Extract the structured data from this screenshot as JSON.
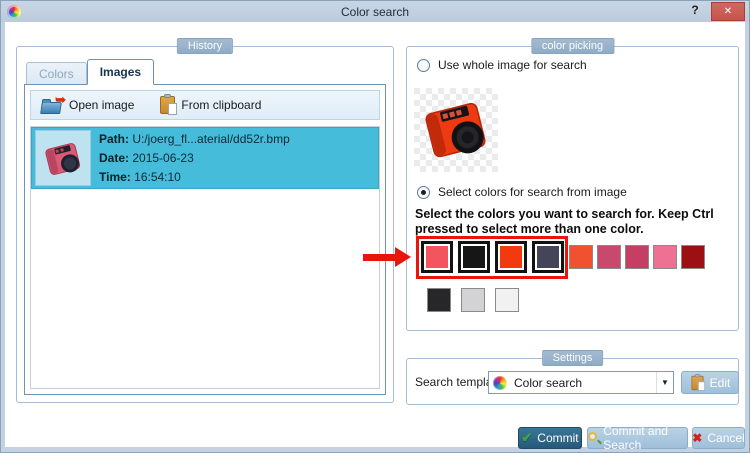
{
  "window": {
    "title": "Color search",
    "help_label": "?",
    "close_label": "✕"
  },
  "history": {
    "group_label": "History",
    "tabs": [
      {
        "label": "Colors"
      },
      {
        "label": "Images"
      }
    ],
    "toolbar": {
      "open_image_label": "Open image",
      "from_clipboard_label": "From clipboard"
    },
    "item": {
      "path_label": "Path:",
      "path_value": "U:/joerg_fl...aterial/dd52r.bmp",
      "date_label": "Date:",
      "date_value": "2015-06-23",
      "time_label": "Time:",
      "time_value": "16:54:10"
    },
    "selection_color": "#45BCD9"
  },
  "color_picking": {
    "group_label": "color picking",
    "radio_whole_image": "Use whole image for search",
    "radio_select_colors": "Select colors for search from image",
    "instruction": "Select the colors you want to search for. Keep Ctrl pressed to select more than one color.",
    "annotation_color": "#E8150D",
    "swatches_row1": [
      {
        "color": "#F2555E",
        "selected": true
      },
      {
        "color": "#161616",
        "selected": true
      },
      {
        "color": "#F23A0E",
        "selected": true
      },
      {
        "color": "#45455A",
        "selected": true
      },
      {
        "color": "#F0512F",
        "selected": false
      },
      {
        "color": "#C8496B",
        "selected": false
      },
      {
        "color": "#C43F63",
        "selected": false
      },
      {
        "color": "#EE7093",
        "selected": false
      },
      {
        "color": "#9C1014",
        "selected": false
      }
    ],
    "swatches_row2": [
      {
        "color": "#27272A",
        "selected": false
      },
      {
        "color": "#D3D3D5",
        "selected": false
      },
      {
        "color": "#F1F1F1",
        "selected": false
      }
    ]
  },
  "settings": {
    "group_label": "Settings",
    "search_template_label": "Search template:",
    "template_value": "Color search",
    "edit_label": "Edit"
  },
  "footer": {
    "commit_label": "Commit",
    "commit_and_search_label": "Commit and Search",
    "cancel_label": "Cancel",
    "commit_color": "#2B6787"
  }
}
